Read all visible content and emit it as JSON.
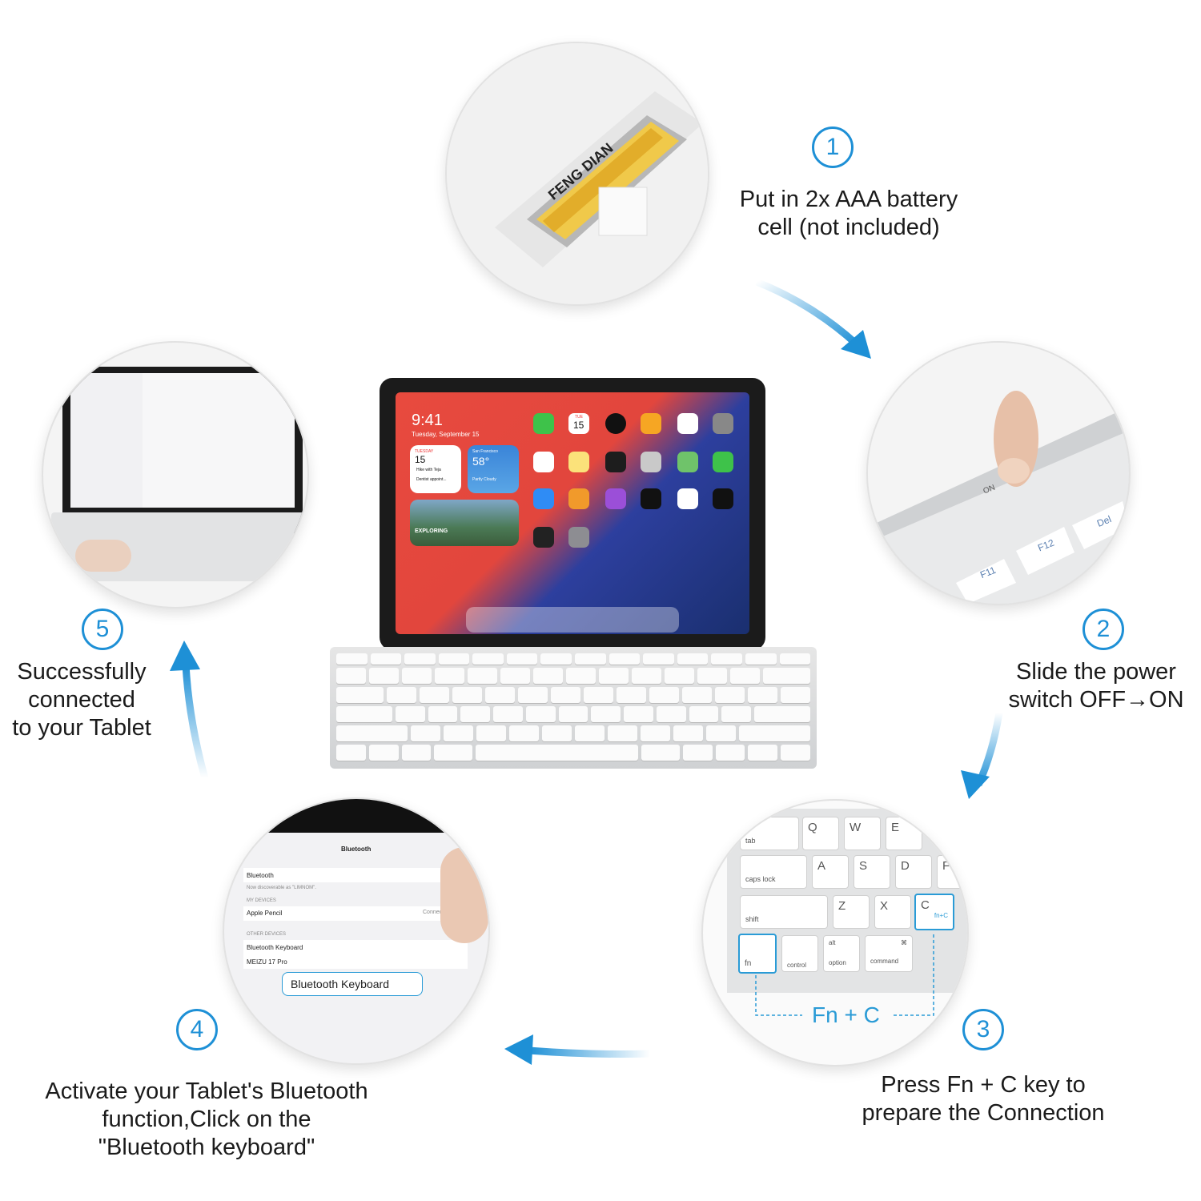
{
  "colors": {
    "accent": "#1e90d6",
    "text": "#1b1b1b"
  },
  "battery": {
    "brand": "FENG DIAN"
  },
  "steps": [
    {
      "number": "1",
      "lines": [
        "Put in 2x AAA battery",
        "cell (not included)"
      ]
    },
    {
      "number": "2",
      "lines": [
        "Slide the power",
        "switch OFF→ON"
      ]
    },
    {
      "number": "3",
      "lines": [
        "Press Fn + C key to",
        "prepare the Connection"
      ]
    },
    {
      "number": "4",
      "lines": [
        "Activate your Tablet's Bluetooth",
        "function,Click on the",
        "\"Bluetooth keyboard\""
      ]
    },
    {
      "number": "5",
      "lines": [
        "Successfully",
        "connected",
        "to your Tablet"
      ]
    }
  ],
  "power_switch": {
    "on_label": "ON",
    "keys": [
      "F11",
      "F12",
      "Del"
    ]
  },
  "fn_c": {
    "combo_label": "Fn + C",
    "keys": {
      "q": "Q",
      "w": "W",
      "e": "E",
      "a": "A",
      "s": "S",
      "d": "D",
      "f": "F",
      "z": "Z",
      "x": "X",
      "c": "C",
      "tab": "tab",
      "caps": "caps lock",
      "shift": "shift",
      "fn": "fn",
      "control": "control",
      "alt": "alt",
      "option": "option",
      "command": "command",
      "cmd_symbol": "⌘",
      "c_sub": "fn+C"
    }
  },
  "bluetooth_settings": {
    "title": "Bluetooth",
    "bluetooth_label": "Bluetooth",
    "discoverable": "Now discoverable as \"LIMNOM\".",
    "my_devices_header": "MY DEVICES",
    "apple_pencil": "Apple Pencil",
    "connected": "Connected",
    "other_devices_header": "OTHER DEVICES",
    "device1": "Bluetooth Keyboard",
    "device2": "MEIZU 17 Pro",
    "callout": "Bluetooth Keyboard"
  },
  "tablet": {
    "time": "9:41",
    "date": "Tuesday, September 15",
    "calendar_day": "TUESDAY",
    "calendar_date": "15",
    "event1": "Hike with Teja",
    "event2": "Dentist appoint...",
    "weather_city": "San Francisco",
    "weather_temp": "58°",
    "weather_desc": "Partly Cloudy",
    "photo_label": "EXPLORING",
    "cal_icon_day": "TUE",
    "cal_icon_num": "15"
  }
}
